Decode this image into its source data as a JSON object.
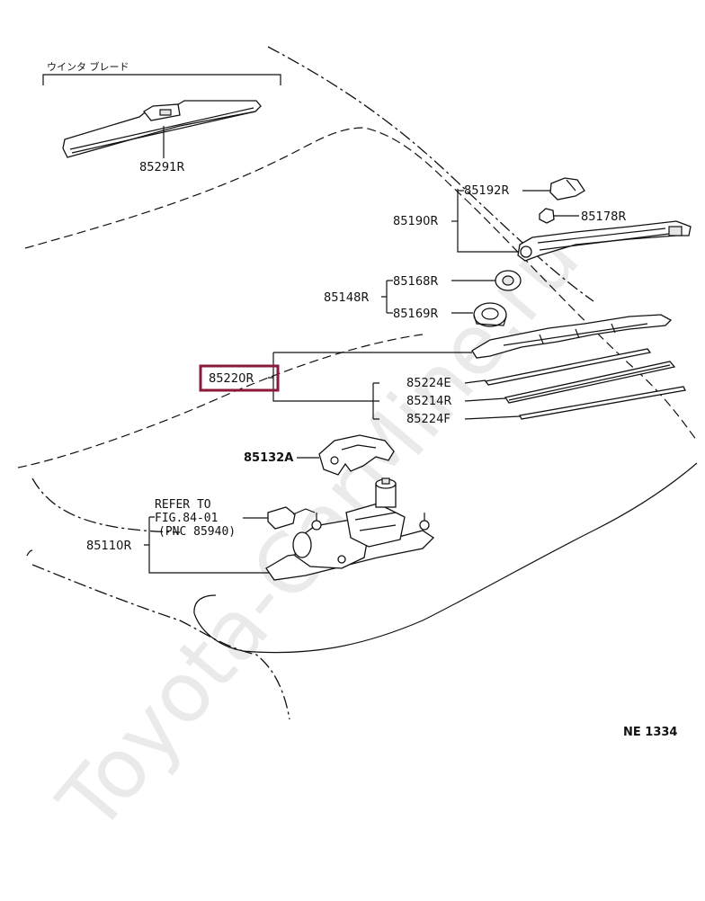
{
  "labels": {
    "p85291R": "85291R",
    "p85192R": "85192R",
    "p85190R": "85190R",
    "p85178R": "85178R",
    "p85168R": "85168R",
    "p85148R": "85148R",
    "p85169R": "85169R",
    "p85220R": "85220R",
    "p85224E": "85224E",
    "p85214R": "85214R",
    "p85224F": "85224F",
    "p85132A": "85132A",
    "p85110R": "85110R"
  },
  "header_text": "ウインタ ブレード",
  "refer_note": {
    "line1": "REFER TO",
    "line2": "FIG.84-01",
    "line3": "(PNC 85940)"
  },
  "diagram_code": "NE 1334",
  "watermark": "Toyota-CarMine.ru",
  "highlight_color": "#8b1a3a"
}
